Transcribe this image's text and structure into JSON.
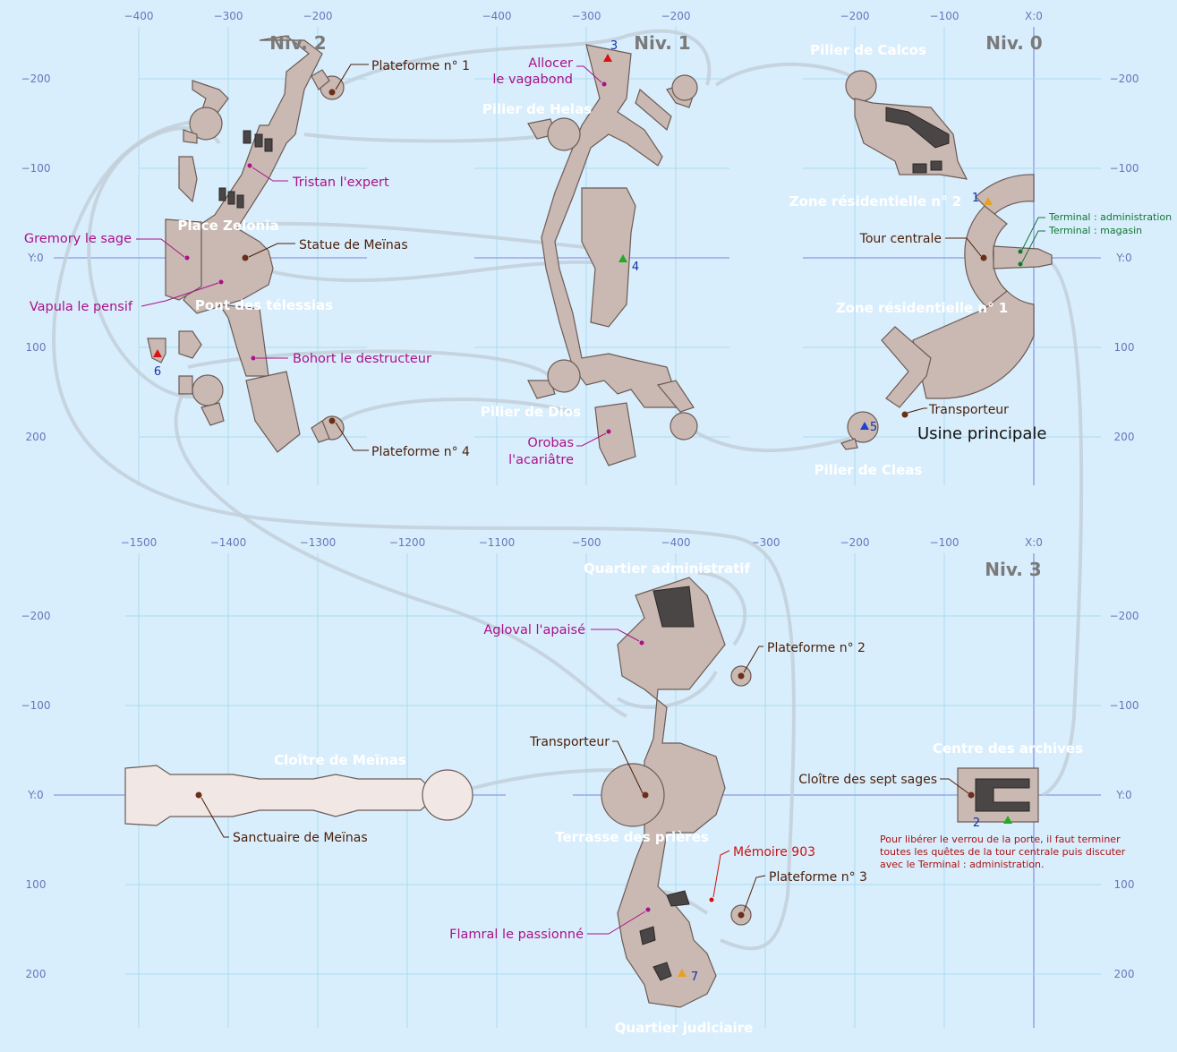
{
  "levels": {
    "niv2": "Niv. 2",
    "niv1": "Niv. 1",
    "niv0": "Niv. 0",
    "niv3": "Niv. 3"
  },
  "axis": {
    "top_left_x": [
      "−400",
      "−300",
      "−200"
    ],
    "top_mid_x": [
      "−400",
      "−300",
      "−200"
    ],
    "top_right_x": [
      "−200",
      "−100",
      "X:0"
    ],
    "top_y": [
      "−200",
      "−100",
      "Y:0",
      "100",
      "200"
    ],
    "bottom_x": [
      "−1500",
      "−1400",
      "−1300",
      "−1200",
      "−1100",
      "−500",
      "−400",
      "−300",
      "−200",
      "−100",
      "X:0"
    ],
    "bottom_y": [
      "−200",
      "−100",
      "Y:0",
      "100",
      "200"
    ]
  },
  "areas": {
    "place_zelonia": "Place Zelonia",
    "pont_telessias": "Pont des télessias",
    "pilier_helas": "Pilier de Helas",
    "pilier_dios": "Pilier de Dios",
    "pilier_calcos": "Pilier de Calcos",
    "zone_res2": "Zone résidentielle n° 2",
    "zone_res1": "Zone résidentielle n° 1",
    "pilier_cleas": "Pilier de Cleas",
    "quartier_admin": "Quartier administratif",
    "cloitre_meinas": "Cloître de Meïnas",
    "terrasse_prieres": "Terrasse des prières",
    "quartier_judiciaire": "Quartier judiciaire",
    "centre_archives": "Centre des archives"
  },
  "npcs": {
    "tristan": "Tristan l'expert",
    "gremory": "Gremory le sage",
    "vapula": "Vapula le pensif",
    "bohort": "Bohort le destructeur",
    "allocer_1": "Allocer",
    "allocer_2": "le vagabond",
    "orobas_1": "Orobas",
    "orobas_2": "l'acariâtre",
    "agloval": "Agloval l'apaisé",
    "flamral": "Flamral le passionné"
  },
  "pois": {
    "plateforme1": "Plateforme n° 1",
    "statue": "Statue de Meïnas",
    "plateforme4": "Plateforme n° 4",
    "tour_centrale": "Tour centrale",
    "transporteur_n0": "Transporteur",
    "plateforme2": "Plateforme n° 2",
    "transporteur_n3": "Transporteur",
    "sanctuaire": "Sanctuaire de Meïnas",
    "cloitre_sept": "Cloître des sept sages",
    "plateforme3": "Plateforme n° 3"
  },
  "terminals": {
    "admin": "Terminal : administration",
    "magasin": "Terminal : magasin"
  },
  "memoire": "Mémoire 903",
  "usine": "Usine principale",
  "note": {
    "line1": "Pour libérer le verrou de la porte, il faut terminer",
    "line2": "toutes les quêtes de la tour centrale puis discuter",
    "line3": "avec le Terminal : administration."
  },
  "markers": {
    "m1": "1",
    "m2": "2",
    "m3": "3",
    "m4": "4",
    "m5": "5",
    "m6": "6",
    "m7": "7"
  },
  "colors": {
    "background": "#d9eefc",
    "floor": "#c9b9b2",
    "npc": "#aa1188",
    "poi": "#4a1e08",
    "terminal": "#117733",
    "warning": "#cc1111",
    "marker_red": "#dd1111",
    "marker_green": "#22aa22",
    "marker_orange": "#e8a020",
    "marker_blue": "#2244cc"
  }
}
